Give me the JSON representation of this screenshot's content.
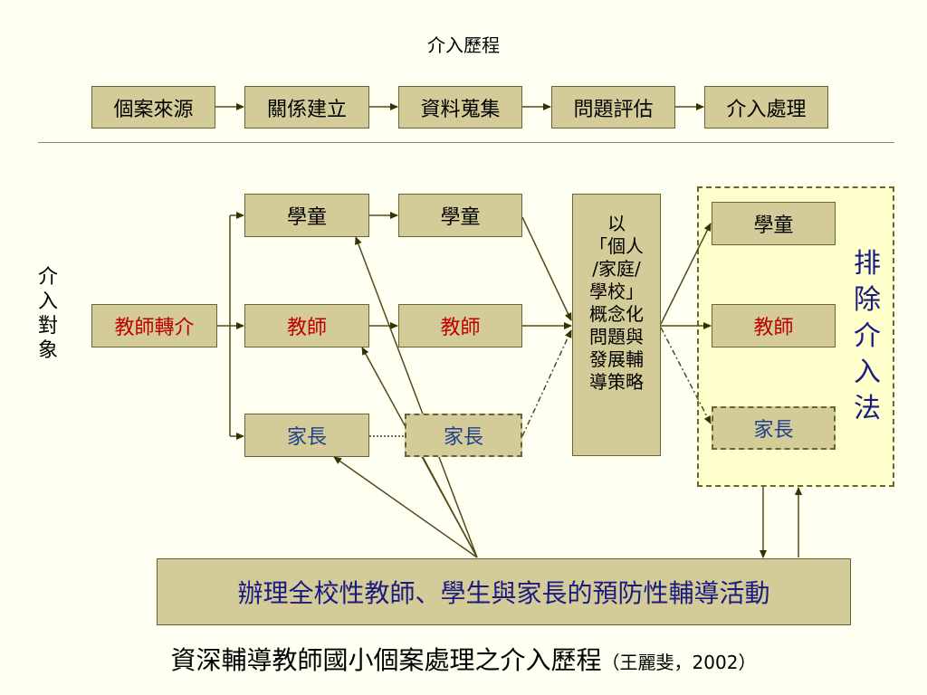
{
  "title": "介入歷程",
  "process_steps": [
    "個案來源",
    "關係建立",
    "資料蒐集",
    "問題評估",
    "介入處理"
  ],
  "side_label": [
    "介",
    "入",
    "對",
    "象"
  ],
  "referral": "教師轉介",
  "column1": {
    "student": "學童",
    "teacher": "教師",
    "parent": "家長"
  },
  "column2": {
    "student": "學童",
    "teacher": "教師",
    "parent": "家長"
  },
  "strategy_lines": [
    "以",
    "「個人",
    "/家庭/",
    "學校」",
    "概念化",
    "問題與",
    "發展輔",
    "導策略"
  ],
  "column3": {
    "student": "學童",
    "teacher": "教師",
    "parent": "家長"
  },
  "exclude_label": [
    "排",
    "除",
    "介",
    "入",
    "法"
  ],
  "bottom_activity": "辦理全校性教師、學生與家長的預防性輔導活動",
  "caption": {
    "main": "資深輔導教師國小個案處理之介入歷程",
    "cite": "（王麗斐，2002）"
  },
  "colors": {
    "box_fill": "#d4cc98",
    "border": "#666633",
    "highlight_zone": "#ffffcc",
    "red_text": "#c00000",
    "blue_text": "#1f3f8f",
    "navy_text": "#1a1a80"
  }
}
